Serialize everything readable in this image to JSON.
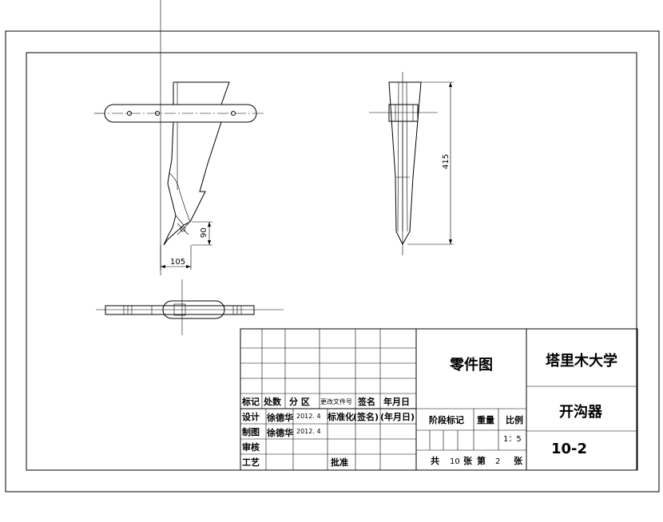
{
  "drawing": {
    "dimensions": {
      "height_total": "415",
      "offset_height": "90",
      "offset_width": "105"
    }
  },
  "title_block": {
    "header_row": {
      "mark": "标记",
      "count": "处数",
      "zone": "分 区",
      "change_doc": "更改文件号",
      "signature": "签名",
      "date": "年月日"
    },
    "rows": [
      {
        "role": "设计",
        "name": "徐德华",
        "date": "2012. 4",
        "std_label": "标准化",
        "std_sign": "(签名)",
        "std_date": "(年月日)"
      },
      {
        "role": "制图",
        "name": "徐德华",
        "date": "2012. 4"
      },
      {
        "role": "审核"
      },
      {
        "role": "工艺",
        "approve": "批准"
      }
    ],
    "part_title": "零件图",
    "stage_mark": "阶段标记",
    "weight": "重量",
    "scale_label": "比例",
    "scale_value": "1：5",
    "sheet_total_prefix": "共",
    "sheet_total": "10",
    "sheet_total_suffix": "张",
    "sheet_no_prefix": "第",
    "sheet_no": "2",
    "sheet_no_suffix": "张",
    "university": "塔里木大学",
    "part_name": "开沟器",
    "drawing_no": "10-2"
  }
}
